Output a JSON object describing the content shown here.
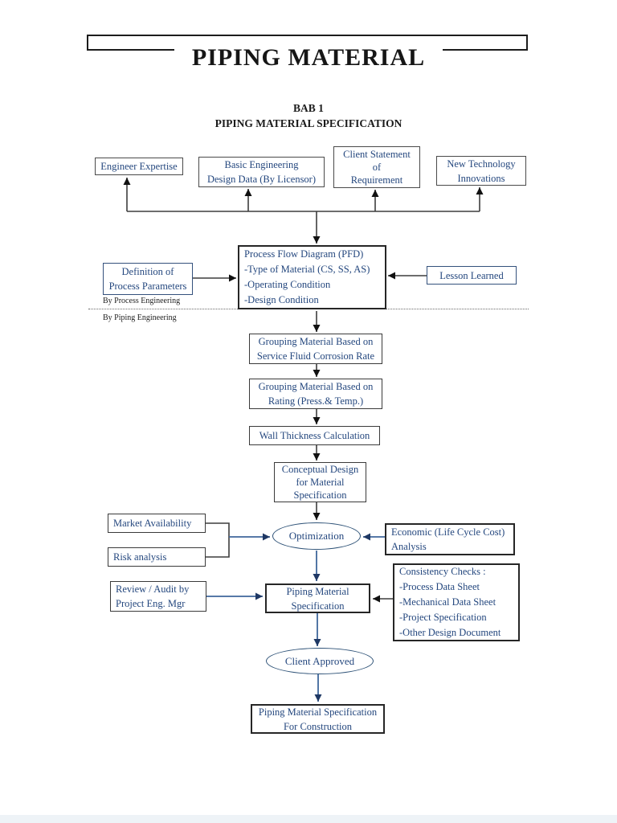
{
  "page": {
    "title": "PIPING MATERIAL",
    "subtitle_line1": "BAB 1",
    "subtitle_line2": "PIPING MATERIAL SPECIFICATION"
  },
  "labels": {
    "by_process": "By Process Engineering",
    "by_piping": "By Piping Engineering"
  },
  "colors": {
    "node_text_navy": "#24477e",
    "line_dark": "#3d3d3d",
    "arrowhead_dark": "#111111",
    "line_blue": "#3f669b",
    "arrowhead_blue": "#1f3864",
    "footer_strip": "#eef3f7"
  },
  "nodes": {
    "engineer_expertise": {
      "lines": [
        "Engineer Expertise"
      ]
    },
    "basic_engineering": {
      "lines": [
        "Basic Engineering",
        "Design Data (By Licensor)"
      ]
    },
    "client_statement": {
      "lines": [
        "Client Statement",
        "of",
        "Requirement"
      ]
    },
    "new_technology": {
      "lines": [
        "New Technology",
        "Innovations"
      ]
    },
    "pfd": {
      "lines": [
        "Process Flow Diagram (PFD)",
        "-Type of Material (CS, SS, AS)",
        "-Operating Condition",
        "-Design Condition"
      ]
    },
    "definition": {
      "lines": [
        "Definition of",
        "Process Parameters"
      ]
    },
    "lesson_learned": {
      "lines": [
        "Lesson Learned"
      ]
    },
    "grouping_corrosion": {
      "lines": [
        "Grouping Material Based on",
        "Service Fluid Corrosion Rate"
      ]
    },
    "grouping_rating": {
      "lines": [
        "Grouping Material Based on",
        "Rating (Press.& Temp.)"
      ]
    },
    "wall_thickness": {
      "lines": [
        "Wall Thickness Calculation"
      ]
    },
    "conceptual_design": {
      "lines": [
        "Conceptual Design",
        "for Material",
        "Specification"
      ]
    },
    "market_availability": {
      "lines": [
        "Market Availability"
      ]
    },
    "risk_analysis": {
      "lines": [
        "Risk analysis"
      ]
    },
    "optimization": {
      "lines": [
        "Optimization"
      ]
    },
    "economic": {
      "lines": [
        "Economic (Life Cycle Cost)",
        "Analysis"
      ]
    },
    "review_audit": {
      "lines": [
        "Review / Audit by",
        "Project Eng. Mgr"
      ]
    },
    "piping_material_spec": {
      "lines": [
        "Piping Material",
        "Specification"
      ]
    },
    "consistency_checks": {
      "lines": [
        "Consistency Checks :",
        "-Process Data Sheet",
        "-Mechanical Data Sheet",
        "-Project Specification",
        "-Other Design Document"
      ]
    },
    "client_approved": {
      "lines": [
        "Client Approved"
      ]
    },
    "final_spec": {
      "lines": [
        "Piping Material Specification",
        "For Construction"
      ]
    }
  }
}
